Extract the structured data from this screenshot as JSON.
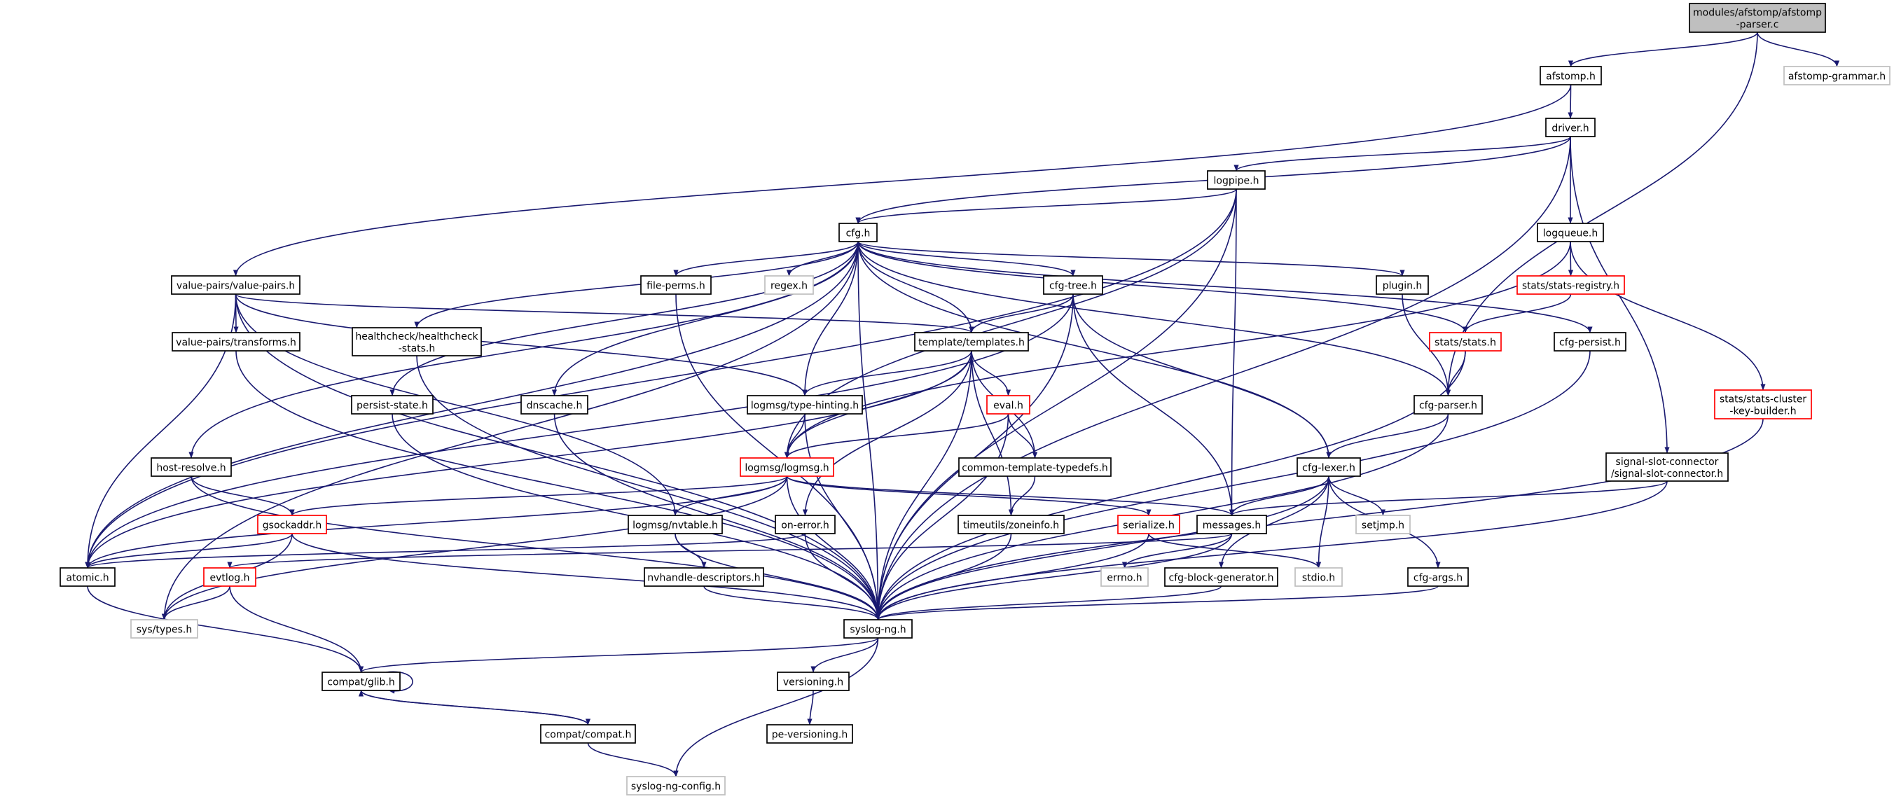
{
  "colors": {
    "edge": "#191970",
    "node_border": "#000000",
    "node_border_red": "#ff0000",
    "node_border_gray": "#bfbfbf",
    "root_fill": "#bfbfbf",
    "node_fill": "#ffffff"
  },
  "nodes": [
    {
      "id": "root",
      "lines": [
        "modules/afstomp/afstomp",
        "-parser.c"
      ],
      "kind": "root"
    },
    {
      "id": "afstomp",
      "lines": [
        "afstomp.h"
      ],
      "kind": "normal"
    },
    {
      "id": "grammar",
      "lines": [
        "afstomp-grammar.h"
      ],
      "kind": "gray"
    },
    {
      "id": "driver",
      "lines": [
        "driver.h"
      ],
      "kind": "normal"
    },
    {
      "id": "logpipe",
      "lines": [
        "logpipe.h"
      ],
      "kind": "normal"
    },
    {
      "id": "logqueue",
      "lines": [
        "logqueue.h"
      ],
      "kind": "normal"
    },
    {
      "id": "cfg",
      "lines": [
        "cfg.h"
      ],
      "kind": "normal"
    },
    {
      "id": "valuepairs",
      "lines": [
        "value-pairs/value-pairs.h"
      ],
      "kind": "normal"
    },
    {
      "id": "fileperms",
      "lines": [
        "file-perms.h"
      ],
      "kind": "normal"
    },
    {
      "id": "regex",
      "lines": [
        "regex.h"
      ],
      "kind": "gray"
    },
    {
      "id": "cfgtree",
      "lines": [
        "cfg-tree.h"
      ],
      "kind": "normal"
    },
    {
      "id": "plugin",
      "lines": [
        "plugin.h"
      ],
      "kind": "normal"
    },
    {
      "id": "statsreg",
      "lines": [
        "stats/stats-registry.h"
      ],
      "kind": "red"
    },
    {
      "id": "transforms",
      "lines": [
        "value-pairs/transforms.h"
      ],
      "kind": "normal"
    },
    {
      "id": "healthcheck",
      "lines": [
        "healthcheck/healthcheck",
        "-stats.h"
      ],
      "kind": "normal"
    },
    {
      "id": "templates",
      "lines": [
        "template/templates.h"
      ],
      "kind": "normal"
    },
    {
      "id": "stats",
      "lines": [
        "stats/stats.h"
      ],
      "kind": "red"
    },
    {
      "id": "cfgpersist",
      "lines": [
        "cfg-persist.h"
      ],
      "kind": "normal"
    },
    {
      "id": "persiststate",
      "lines": [
        "persist-state.h"
      ],
      "kind": "normal"
    },
    {
      "id": "dnscache",
      "lines": [
        "dnscache.h"
      ],
      "kind": "normal"
    },
    {
      "id": "typehinting",
      "lines": [
        "logmsg/type-hinting.h"
      ],
      "kind": "normal"
    },
    {
      "id": "eval",
      "lines": [
        "eval.h"
      ],
      "kind": "red"
    },
    {
      "id": "cfgparser",
      "lines": [
        "cfg-parser.h"
      ],
      "kind": "normal"
    },
    {
      "id": "keybuilder",
      "lines": [
        "stats/stats-cluster",
        "-key-builder.h"
      ],
      "kind": "red"
    },
    {
      "id": "hostresolve",
      "lines": [
        "host-resolve.h"
      ],
      "kind": "normal"
    },
    {
      "id": "logmsg",
      "lines": [
        "logmsg/logmsg.h"
      ],
      "kind": "red"
    },
    {
      "id": "typedefs",
      "lines": [
        "common-template-typedefs.h"
      ],
      "kind": "normal"
    },
    {
      "id": "cfglexer",
      "lines": [
        "cfg-lexer.h"
      ],
      "kind": "normal"
    },
    {
      "id": "slot",
      "lines": [
        "signal-slot-connector",
        "/signal-slot-connector.h"
      ],
      "kind": "normal"
    },
    {
      "id": "gsockaddr",
      "lines": [
        "gsockaddr.h"
      ],
      "kind": "red"
    },
    {
      "id": "nvtable",
      "lines": [
        "logmsg/nvtable.h"
      ],
      "kind": "normal"
    },
    {
      "id": "onerror",
      "lines": [
        "on-error.h"
      ],
      "kind": "normal"
    },
    {
      "id": "zoneinfo",
      "lines": [
        "timeutils/zoneinfo.h"
      ],
      "kind": "normal"
    },
    {
      "id": "serialize",
      "lines": [
        "serialize.h"
      ],
      "kind": "red"
    },
    {
      "id": "messages",
      "lines": [
        "messages.h"
      ],
      "kind": "normal"
    },
    {
      "id": "setjmp",
      "lines": [
        "setjmp.h"
      ],
      "kind": "gray"
    },
    {
      "id": "atomic",
      "lines": [
        "atomic.h"
      ],
      "kind": "normal"
    },
    {
      "id": "evtlog",
      "lines": [
        "evtlog.h"
      ],
      "kind": "red"
    },
    {
      "id": "nvhandle",
      "lines": [
        "nvhandle-descriptors.h"
      ],
      "kind": "normal"
    },
    {
      "id": "errno",
      "lines": [
        "errno.h"
      ],
      "kind": "gray"
    },
    {
      "id": "blockgen",
      "lines": [
        "cfg-block-generator.h"
      ],
      "kind": "normal"
    },
    {
      "id": "stdio",
      "lines": [
        "stdio.h"
      ],
      "kind": "gray"
    },
    {
      "id": "cfgargs",
      "lines": [
        "cfg-args.h"
      ],
      "kind": "normal"
    },
    {
      "id": "systypes",
      "lines": [
        "sys/types.h"
      ],
      "kind": "gray"
    },
    {
      "id": "syslogng",
      "lines": [
        "syslog-ng.h"
      ],
      "kind": "normal"
    },
    {
      "id": "glib",
      "lines": [
        "compat/glib.h"
      ],
      "kind": "normal"
    },
    {
      "id": "versioning",
      "lines": [
        "versioning.h"
      ],
      "kind": "normal"
    },
    {
      "id": "compat",
      "lines": [
        "compat/compat.h"
      ],
      "kind": "normal"
    },
    {
      "id": "peversioning",
      "lines": [
        "pe-versioning.h"
      ],
      "kind": "normal"
    },
    {
      "id": "config",
      "lines": [
        "syslog-ng-config.h"
      ],
      "kind": "gray"
    }
  ],
  "edges": [
    [
      "root",
      "afstomp"
    ],
    [
      "root",
      "grammar"
    ],
    [
      "root",
      "cfgparser"
    ],
    [
      "afstomp",
      "driver"
    ],
    [
      "afstomp",
      "valuepairs"
    ],
    [
      "driver",
      "logpipe"
    ],
    [
      "driver",
      "cfg"
    ],
    [
      "driver",
      "logqueue"
    ],
    [
      "driver",
      "slot"
    ],
    [
      "driver",
      "syslogng"
    ],
    [
      "logpipe",
      "cfg"
    ],
    [
      "logpipe",
      "logmsg"
    ],
    [
      "logpipe",
      "messages"
    ],
    [
      "logpipe",
      "atomic"
    ],
    [
      "logpipe",
      "syslogng"
    ],
    [
      "logqueue",
      "logmsg"
    ],
    [
      "logqueue",
      "statsreg"
    ],
    [
      "logqueue",
      "keybuilder"
    ],
    [
      "cfg",
      "syslogng"
    ],
    [
      "cfg",
      "cfgtree"
    ],
    [
      "cfg",
      "cfglexer"
    ],
    [
      "cfg",
      "cfgparser"
    ],
    [
      "cfg",
      "persiststate"
    ],
    [
      "cfg",
      "templates"
    ],
    [
      "cfg",
      "hostresolve"
    ],
    [
      "cfg",
      "fileperms"
    ],
    [
      "cfg",
      "regex"
    ],
    [
      "cfg",
      "healthcheck"
    ],
    [
      "cfg",
      "plugin"
    ],
    [
      "cfg",
      "cfgpersist"
    ],
    [
      "cfg",
      "dnscache"
    ],
    [
      "cfg",
      "systypes"
    ],
    [
      "cfg",
      "typehinting"
    ],
    [
      "cfg",
      "stats"
    ],
    [
      "cfg",
      "atomic"
    ],
    [
      "valuepairs",
      "syslogng"
    ],
    [
      "valuepairs",
      "transforms"
    ],
    [
      "valuepairs",
      "templates"
    ],
    [
      "valuepairs",
      "typehinting"
    ],
    [
      "valuepairs",
      "nvtable"
    ],
    [
      "valuepairs",
      "atomic"
    ],
    [
      "transforms",
      "syslogng"
    ],
    [
      "fileperms",
      "syslogng"
    ],
    [
      "cfgtree",
      "templates"
    ],
    [
      "cfgtree",
      "cfglexer"
    ],
    [
      "cfgtree",
      "messages"
    ],
    [
      "cfgtree",
      "syslogng"
    ],
    [
      "cfgtree",
      "atomic"
    ],
    [
      "plugin",
      "cfgparser"
    ],
    [
      "statsreg",
      "stats"
    ],
    [
      "healthcheck",
      "syslogng"
    ],
    [
      "templates",
      "typehinting"
    ],
    [
      "templates",
      "logmsg"
    ],
    [
      "templates",
      "eval"
    ],
    [
      "templates",
      "typedefs"
    ],
    [
      "templates",
      "zoneinfo"
    ],
    [
      "templates",
      "onerror"
    ],
    [
      "templates",
      "syslogng"
    ],
    [
      "templates",
      "atomic"
    ],
    [
      "stats",
      "cfgparser"
    ],
    [
      "stats",
      "syslogng"
    ],
    [
      "cfgpersist",
      "syslogng"
    ],
    [
      "persiststate",
      "syslogng"
    ],
    [
      "dnscache",
      "syslogng"
    ],
    [
      "typehinting",
      "logmsg"
    ],
    [
      "typehinting",
      "syslogng"
    ],
    [
      "eval",
      "logmsg"
    ],
    [
      "eval",
      "typedefs"
    ],
    [
      "eval",
      "syslogng"
    ],
    [
      "cfgparser",
      "cfglexer"
    ],
    [
      "cfgparser",
      "syslogng"
    ],
    [
      "keybuilder",
      "syslogng"
    ],
    [
      "hostresolve",
      "gsockaddr"
    ],
    [
      "hostresolve",
      "syslogng"
    ],
    [
      "logmsg",
      "gsockaddr"
    ],
    [
      "logmsg",
      "nvtable"
    ],
    [
      "logmsg",
      "atomic"
    ],
    [
      "logmsg",
      "serialize"
    ],
    [
      "logmsg",
      "messages"
    ],
    [
      "logmsg",
      "syslogng"
    ],
    [
      "logmsg",
      "systypes"
    ],
    [
      "typedefs",
      "zoneinfo"
    ],
    [
      "cfglexer",
      "messages"
    ],
    [
      "cfglexer",
      "setjmp"
    ],
    [
      "cfglexer",
      "stdio"
    ],
    [
      "cfglexer",
      "blockgen"
    ],
    [
      "cfglexer",
      "cfgargs"
    ],
    [
      "cfglexer",
      "syslogng"
    ],
    [
      "slot",
      "messages"
    ],
    [
      "slot",
      "syslogng"
    ],
    [
      "gsockaddr",
      "atomic"
    ],
    [
      "gsockaddr",
      "systypes"
    ],
    [
      "gsockaddr",
      "syslogng"
    ],
    [
      "nvtable",
      "nvhandle"
    ],
    [
      "nvtable",
      "syslogng"
    ],
    [
      "onerror",
      "atomic"
    ],
    [
      "onerror",
      "syslogng"
    ],
    [
      "zoneinfo",
      "syslogng"
    ],
    [
      "serialize",
      "stdio"
    ],
    [
      "serialize",
      "syslogng"
    ],
    [
      "messages",
      "evtlog"
    ],
    [
      "messages",
      "errno"
    ],
    [
      "messages",
      "syslogng"
    ],
    [
      "atomic",
      "glib"
    ],
    [
      "evtlog",
      "systypes"
    ],
    [
      "evtlog",
      "glib"
    ],
    [
      "nvhandle",
      "syslogng"
    ],
    [
      "blockgen",
      "syslogng"
    ],
    [
      "cfgargs",
      "syslogng"
    ],
    [
      "syslogng",
      "glib"
    ],
    [
      "syslogng",
      "versioning"
    ],
    [
      "syslogng",
      "config"
    ],
    [
      "glib",
      "glib"
    ],
    [
      "glib",
      "compat"
    ],
    [
      "compat",
      "glib"
    ],
    [
      "compat",
      "config"
    ],
    [
      "versioning",
      "peversioning"
    ]
  ]
}
